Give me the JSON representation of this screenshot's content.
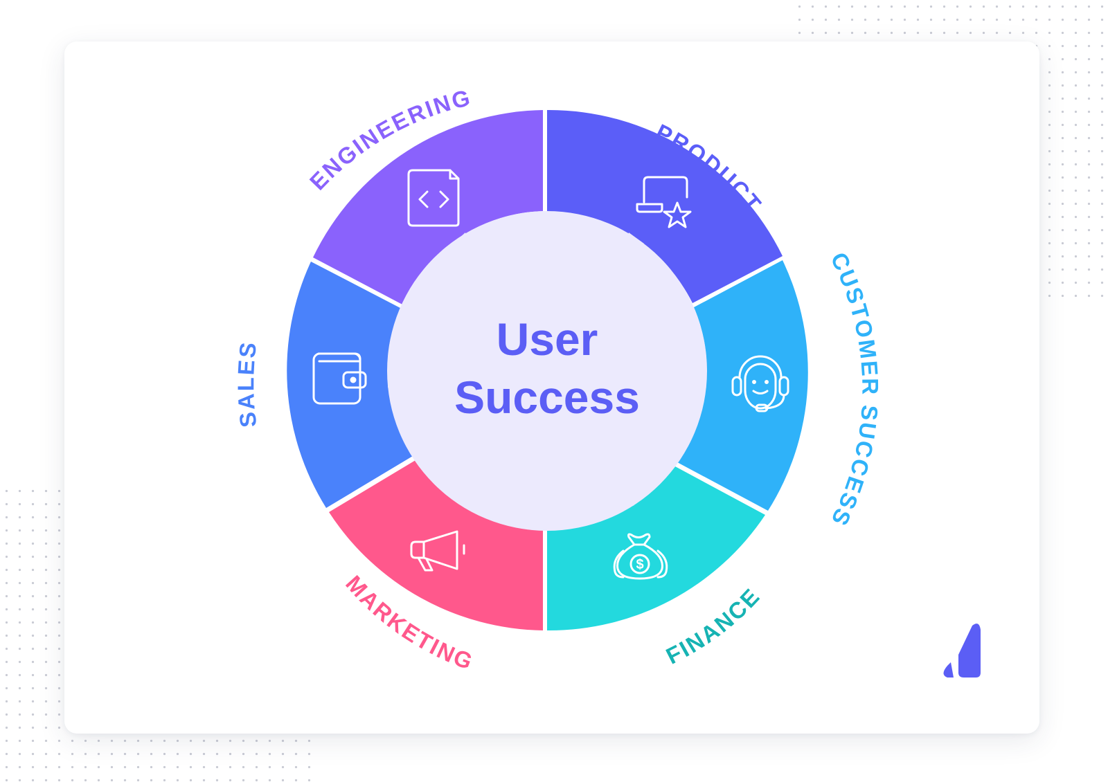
{
  "center": {
    "line1": "User",
    "line2": "Success",
    "color": "#5b5ef5"
  },
  "segments": [
    {
      "label": "PRODUCT",
      "color": "#5b5ef8",
      "icon": "laptop-star-icon"
    },
    {
      "label": "CUSTOMER SUCCESS",
      "color": "#2fb2f9",
      "icon": "headset-icon"
    },
    {
      "label": "FINANCE",
      "color": "#23d9de",
      "label_color": "#16b3b3",
      "icon": "money-bag-icon"
    },
    {
      "label": "MARKETING",
      "color": "#ff588c",
      "icon": "megaphone-icon"
    },
    {
      "label": "SALES",
      "color": "#4a82fb",
      "icon": "wallet-icon"
    },
    {
      "label": "ENGINEERING",
      "color": "#8a62fc",
      "icon": "code-file-icon"
    }
  ],
  "logo": {
    "icon": "brand-logo-icon",
    "color": "#5b5ef5"
  }
}
